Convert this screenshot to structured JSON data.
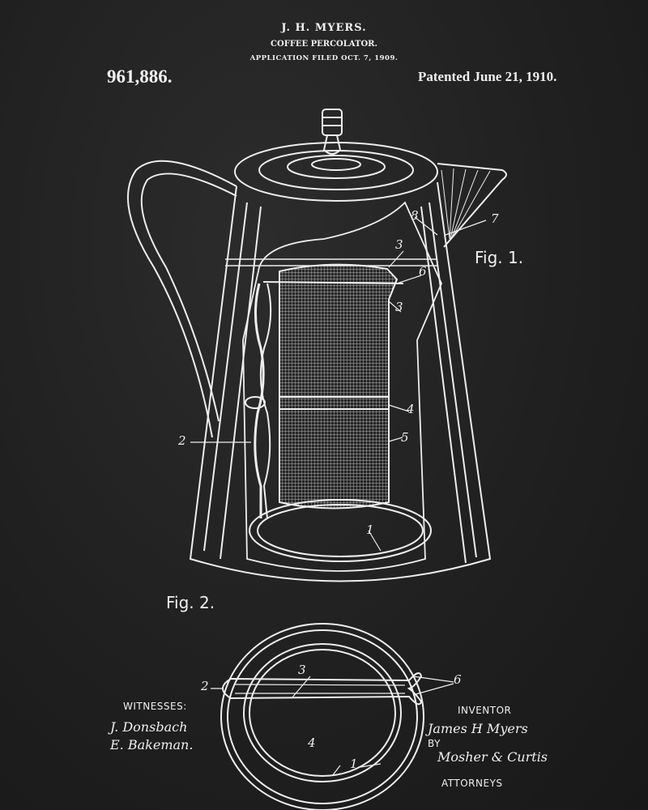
{
  "header": {
    "inventor_name": "J. H. MYERS.",
    "title": "COFFEE PERCOLATOR.",
    "application": "APPLICATION FILED OCT. 7, 1909.",
    "patent_number": "961,886.",
    "patented_date": "Patented June 21, 1910."
  },
  "figures": {
    "fig1_label": "Fig. 1.",
    "fig2_label": "Fig. 2.",
    "fig1_numerals": [
      "3",
      "6",
      "3",
      "4",
      "5",
      "2",
      "1",
      "8",
      "7"
    ],
    "fig2_numerals": [
      "2",
      "3",
      "6",
      "4",
      "1"
    ]
  },
  "footer": {
    "witnesses_label": "WITNESSES:",
    "witness_1": "J. Donsbach",
    "witness_2": "E. Bakeman.",
    "inventor_label": "INVENTOR",
    "inventor_signature": "James H Myers",
    "by_label": "BY",
    "attorney_signature": "Mosher & Curtis",
    "attorneys_label": "ATTORNEYS"
  },
  "colors": {
    "background": "#222222",
    "ink": "#f0f0f0"
  }
}
